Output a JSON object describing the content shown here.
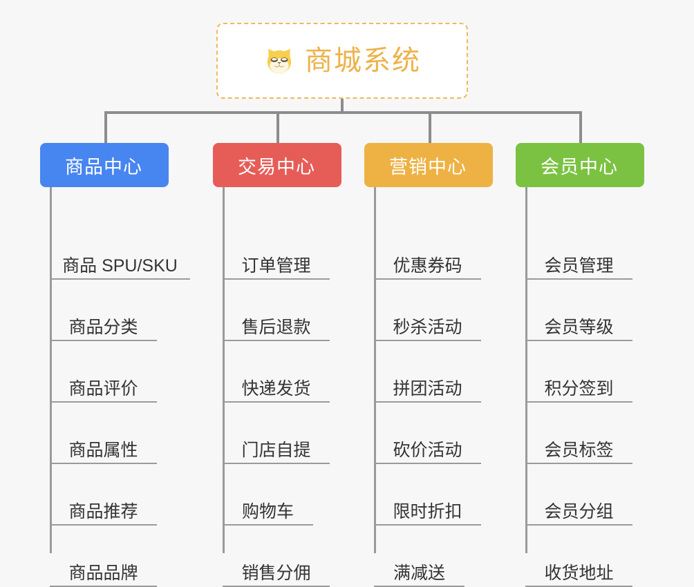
{
  "page": {
    "background_color": "#f7f7f7",
    "type": "organization-chart"
  },
  "root": {
    "title": "商城系统",
    "icon": "shiba-dog-face-icon",
    "text_color": "#edb24a",
    "border_color": "#efb95c",
    "background_color": "#ffffff"
  },
  "connector": {
    "color": "#8c8c8c"
  },
  "categories": [
    {
      "label": "商品中心",
      "color": "#4786f0",
      "items": [
        "商品 SPU/SKU",
        "商品分类",
        "商品评价",
        "商品属性",
        "商品推荐",
        "商品品牌"
      ]
    },
    {
      "label": "交易中心",
      "color": "#e65d58",
      "items": [
        "订单管理",
        "售后退款",
        "快递发货",
        "门店自提",
        "购物车",
        "销售分佣"
      ]
    },
    {
      "label": "营销中心",
      "color": "#eeb244",
      "items": [
        "优惠券码",
        "秒杀活动",
        "拼团活动",
        "砍价活动",
        "限时折扣",
        "满减送"
      ]
    },
    {
      "label": "会员中心",
      "color": "#7cc242",
      "items": [
        "会员管理",
        "会员等级",
        "积分签到",
        "会员标签",
        "会员分组",
        "收货地址"
      ]
    }
  ]
}
